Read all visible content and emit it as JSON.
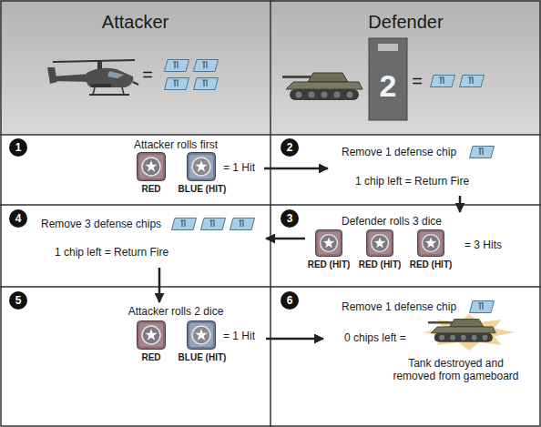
{
  "diagram": {
    "nodes": [
      {
        "text": [
          "Attacker"
        ]
      },
      {
        "text": [
          "Defender"
        ]
      },
      {
        "text": [
          "Attacker rolls first",
          "RED",
          "BLUE (HIT)",
          "= 1 Hit"
        ]
      },
      {
        "text": [
          "Remove 1 defense chip",
          "1 chip left = Return Fire"
        ]
      },
      {
        "text": [
          "Defender rolls 3 dice",
          "RED (HIT)",
          "RED (HIT)",
          "RED (HIT)",
          "= 3 Hits"
        ]
      },
      {
        "text": [
          "Remove 3 defense chips",
          "1 chip left = Return Fire"
        ]
      },
      {
        "text": [
          "Attacker rolls 2 dice",
          "RED",
          "BLUE (HIT)",
          "= 1 Hit"
        ]
      },
      {
        "text": [
          "Remove 1 defense chip",
          "0 chips left =",
          "Tank destroyed and removed from gameboard"
        ]
      }
    ],
    "edges": [
      {
        "from": 2,
        "to": 3,
        "arrow": "to"
      },
      {
        "from": 3,
        "to": 4,
        "arrow": "to"
      },
      {
        "from": 4,
        "to": 5,
        "arrow": "to"
      },
      {
        "from": 5,
        "to": 6,
        "arrow": "to"
      },
      {
        "from": 6,
        "to": 7,
        "arrow": "to"
      }
    ],
    "labels": [
      "=",
      "2",
      "=",
      "1",
      "2",
      "3",
      "4",
      "5",
      "6"
    ]
  }
}
